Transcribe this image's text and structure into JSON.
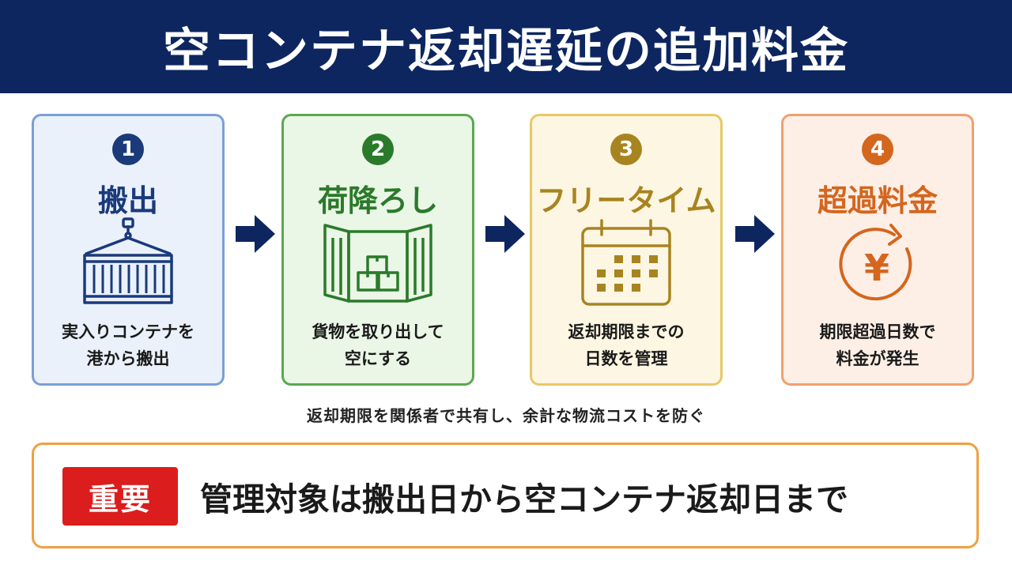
{
  "title": "空コンテナ返却遅延の追加料金",
  "steps": [
    {
      "number": "1",
      "title": "搬出",
      "desc_line1": "実入りコンテナを",
      "desc_line2": "港から搬出",
      "color": "#1a3a7a",
      "bg": "#eaf1fb",
      "border": "#7a9fd6",
      "icon": "container-icon"
    },
    {
      "number": "2",
      "title": "荷降ろし",
      "desc_line1": "貨物を取り出して",
      "desc_line2": "空にする",
      "color": "#2a7a2a",
      "bg": "#eaf6e6",
      "border": "#5aa850",
      "icon": "open-container-icon"
    },
    {
      "number": "3",
      "title": "フリータイム",
      "desc_line1": "返却期限までの",
      "desc_line2": "日数を管理",
      "color": "#a88420",
      "bg": "#fdf6e2",
      "border": "#e8c866",
      "icon": "calendar-icon"
    },
    {
      "number": "4",
      "title": "超過料金",
      "desc_line1": "期限超過日数で",
      "desc_line2": "料金が発生",
      "color": "#d4661e",
      "bg": "#fdefe6",
      "border": "#eea070",
      "icon": "yen-circle-icon"
    }
  ],
  "caption": "返却期限を関係者で共有し、余計な物流コストを防ぐ",
  "important": {
    "badge": "重要",
    "message": "管理対象は搬出日から空コンテナ返却日まで"
  },
  "yen_symbol": "¥",
  "colors": {
    "header_bg": "#0d2660",
    "arrow": "#0d2660",
    "badge": "#dc1d1d",
    "important_border": "#f0a040"
  }
}
